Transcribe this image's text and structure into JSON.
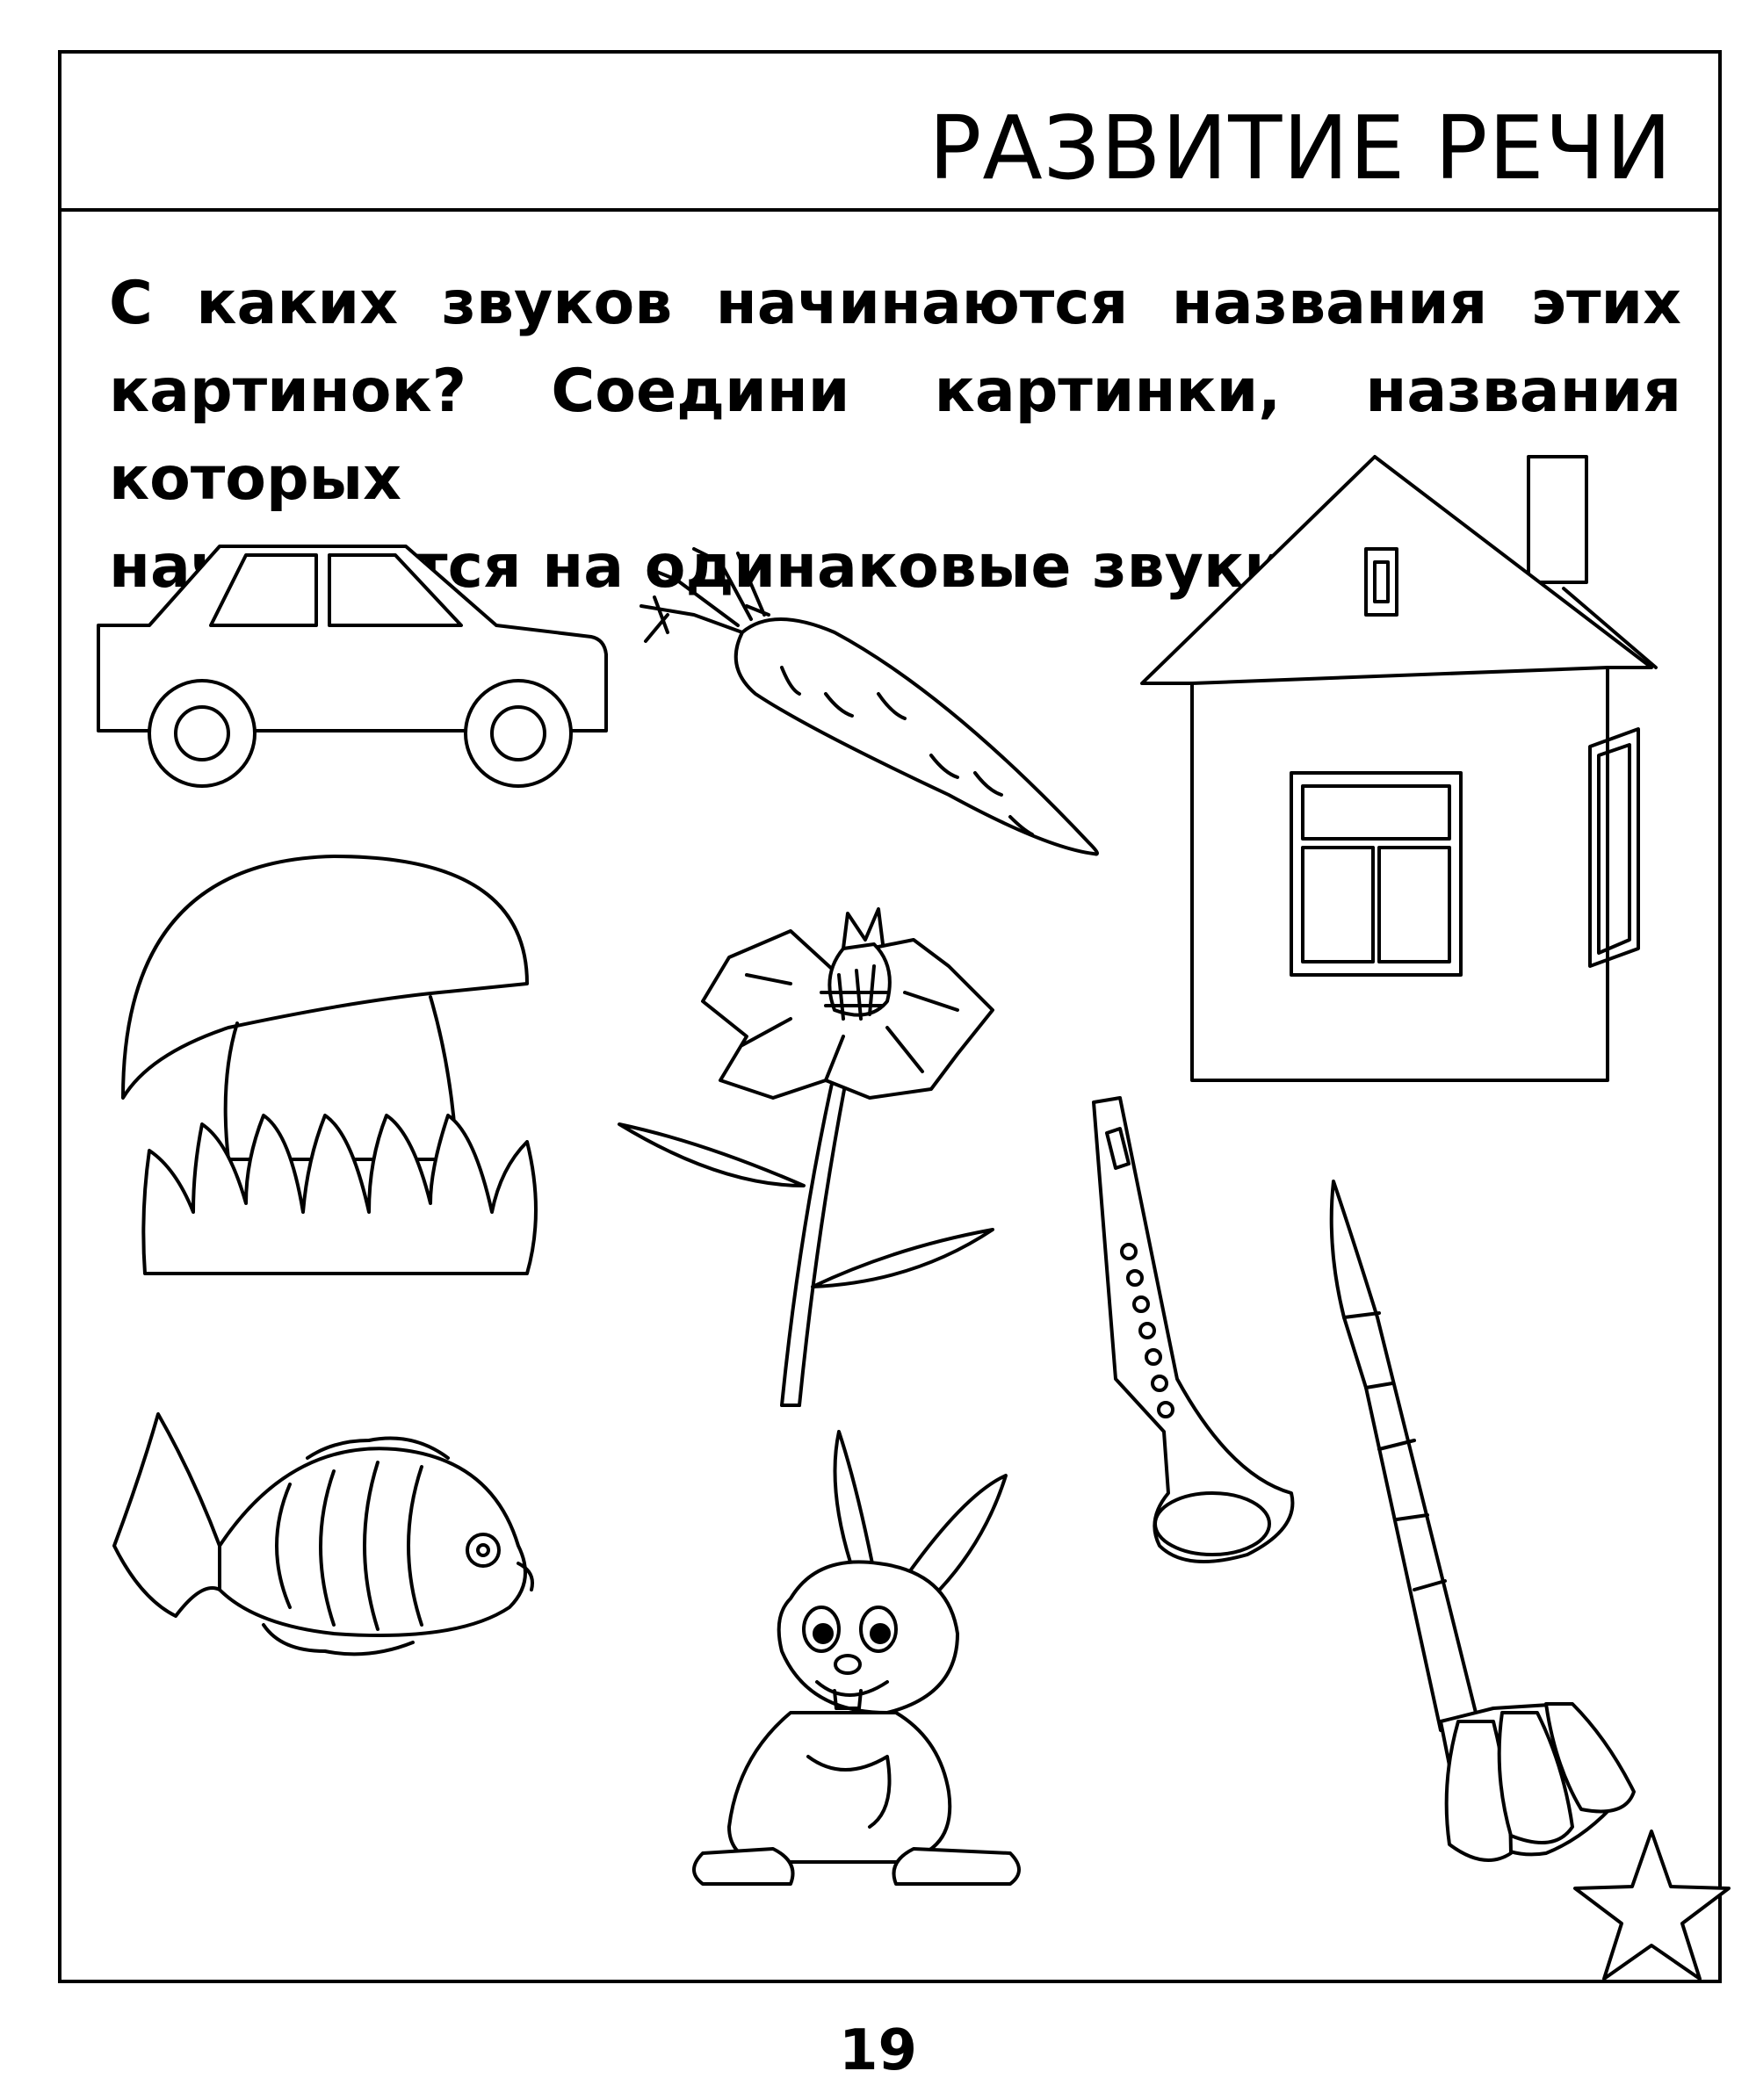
{
  "header": {
    "title": "РАЗВИТИЕ РЕЧИ"
  },
  "task": {
    "lines": [
      "С каких звуков начинаются названия этих",
      "картинок? Соедини картинки, названия которых",
      "начинаются на одинаковые звуки."
    ]
  },
  "pictures": [
    "car-icon",
    "carrot-icon",
    "house-icon",
    "mushroom-icon",
    "flower-icon",
    "clarinet-icon",
    "rocket-icon",
    "fish-icon",
    "rabbit-icon",
    "star-icon"
  ],
  "footer": {
    "page_number": "19"
  }
}
